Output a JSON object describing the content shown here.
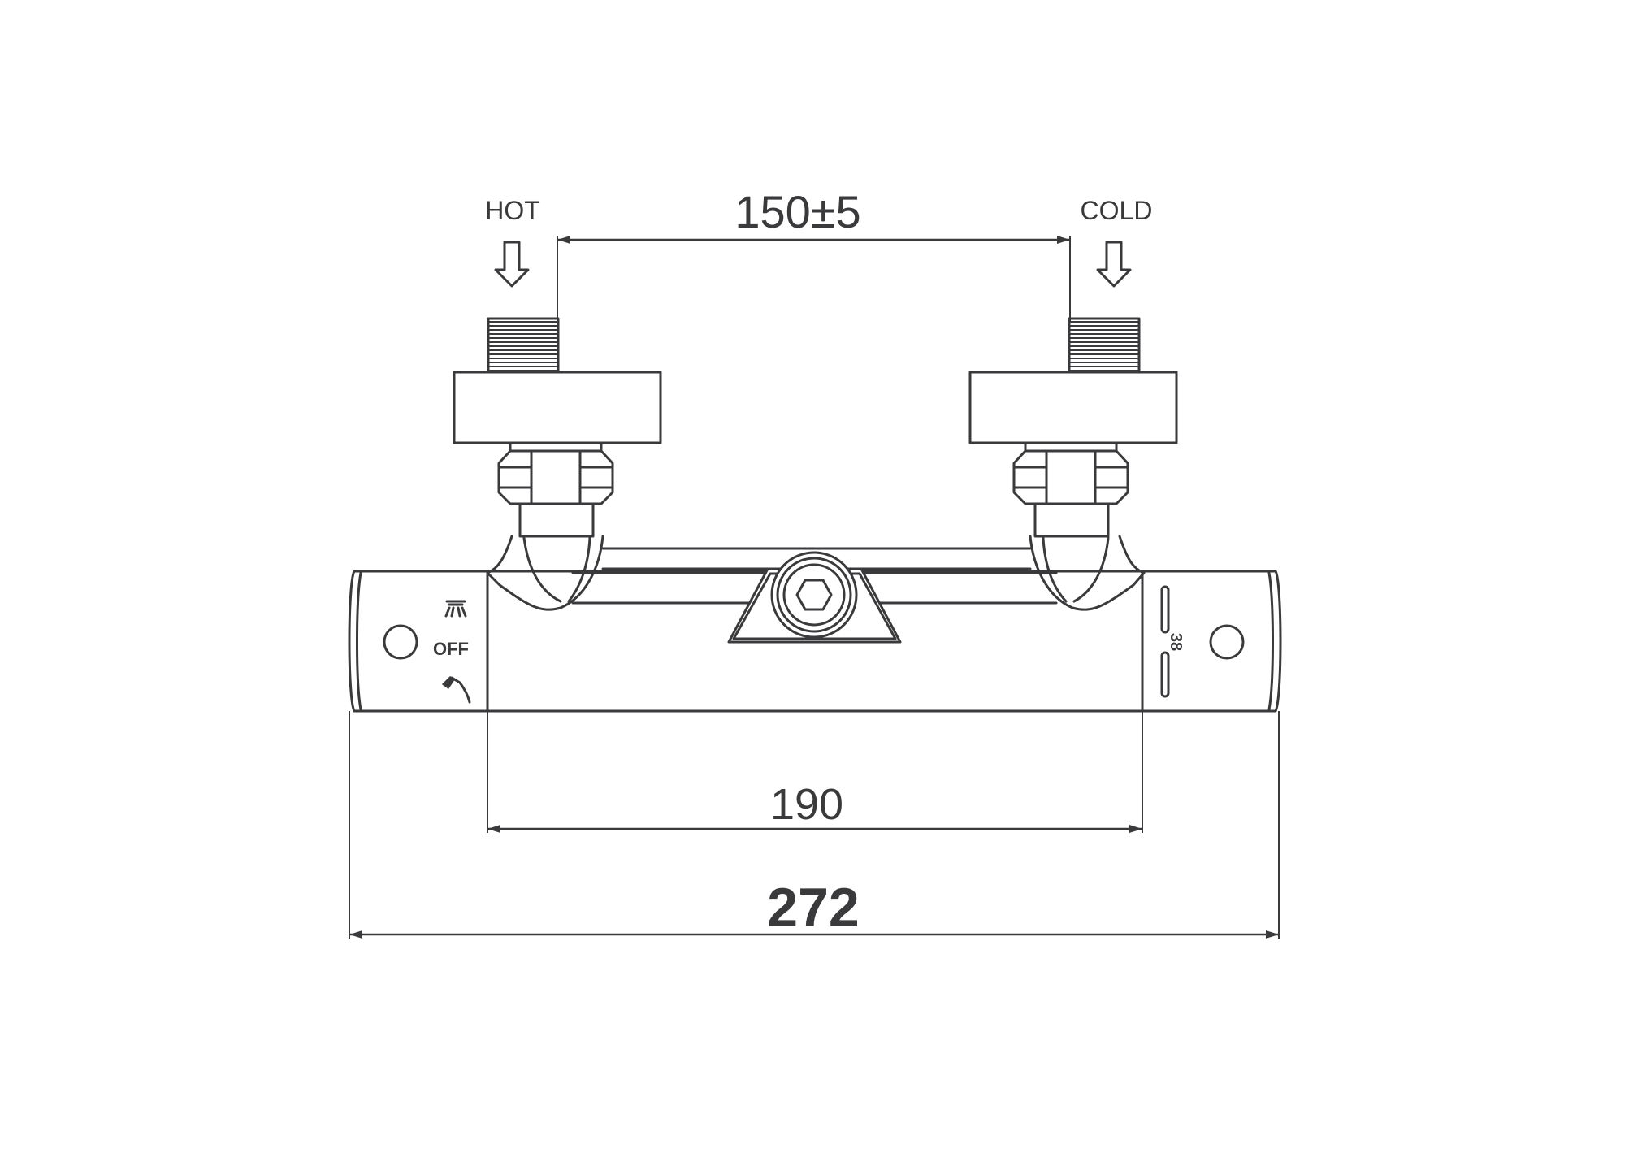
{
  "labels": {
    "hot": "HOT",
    "cold": "COLD",
    "off": "OFF",
    "temp": "38"
  },
  "dimensions": {
    "inlet_spacing": "150±5",
    "body_length": "190",
    "overall_length": "272"
  },
  "colors": {
    "line": "#3a3a3c",
    "background": "#ffffff"
  }
}
